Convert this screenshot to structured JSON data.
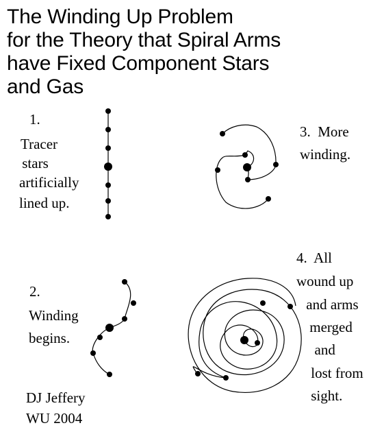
{
  "title": {
    "lines": [
      "The Winding Up Problem",
      "for the Theory that Spiral Arms",
      "have Fixed Component Stars",
      "and Gas"
    ]
  },
  "panels": {
    "p1": {
      "lines": [
        "1.",
        "Tracer",
        " stars",
        "artificially",
        "lined up."
      ]
    },
    "p2": {
      "lines": [
        "2.",
        "Winding",
        "begins."
      ]
    },
    "p3": {
      "lines": [
        "3.  More",
        "winding."
      ]
    },
    "p4": {
      "lines": [
        "4.  All",
        "wound up",
        " and arms",
        " merged",
        "  and",
        " lost from",
        " sight."
      ]
    }
  },
  "credit": {
    "lines": [
      "DJ Jeffery",
      "WU 2004"
    ]
  },
  "colors": {
    "ink": "#000000",
    "background": "#ffffff"
  }
}
